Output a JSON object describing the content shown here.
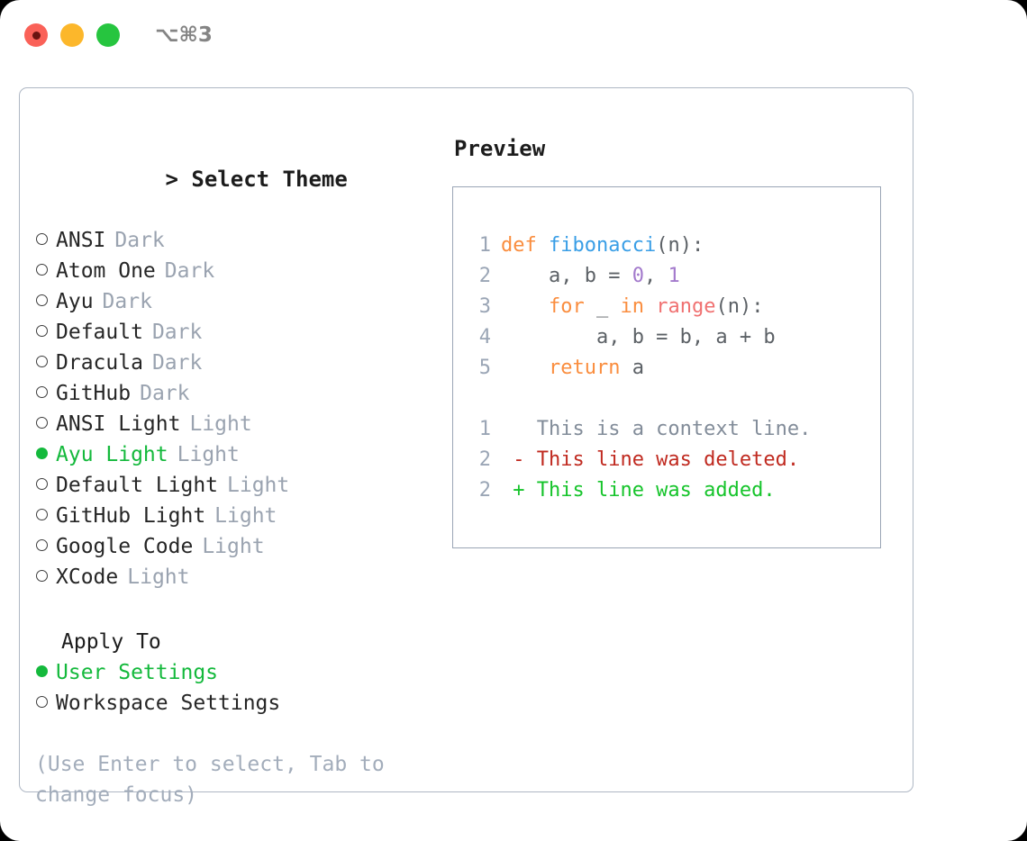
{
  "titlebar": {
    "shortcut": "⌥⌘3",
    "dots": [
      "close-red",
      "minimize-yellow",
      "zoom-green"
    ]
  },
  "theme_section": {
    "caret": ">",
    "heading": "Select Theme",
    "items": [
      {
        "marker": "○",
        "label": "ANSI",
        "tag": "Dark",
        "selected": false
      },
      {
        "marker": "○",
        "label": "Atom One",
        "tag": "Dark",
        "selected": false
      },
      {
        "marker": "○",
        "label": "Ayu",
        "tag": "Dark",
        "selected": false
      },
      {
        "marker": "○",
        "label": "Default",
        "tag": "Dark",
        "selected": false
      },
      {
        "marker": "○",
        "label": "Dracula",
        "tag": "Dark",
        "selected": false
      },
      {
        "marker": "○",
        "label": "GitHub",
        "tag": "Dark",
        "selected": false
      },
      {
        "marker": "○",
        "label": "ANSI Light",
        "tag": "Light",
        "selected": false
      },
      {
        "marker": "●",
        "label": "Ayu Light",
        "tag": "Light",
        "selected": true
      },
      {
        "marker": "○",
        "label": "Default Light",
        "tag": "Light",
        "selected": false
      },
      {
        "marker": "○",
        "label": "GitHub Light",
        "tag": "Light",
        "selected": false
      },
      {
        "marker": "○",
        "label": "Google Code",
        "tag": "Light",
        "selected": false
      },
      {
        "marker": "○",
        "label": "XCode",
        "tag": "Light",
        "selected": false
      }
    ]
  },
  "apply_section": {
    "heading": "Apply To",
    "items": [
      {
        "marker": "●",
        "label": "User Settings",
        "selected": true
      },
      {
        "marker": "○",
        "label": "Workspace Settings",
        "selected": false
      }
    ]
  },
  "hint": "(Use Enter to select, Tab to change focus)",
  "preview": {
    "heading": "Preview",
    "code_lines": [
      {
        "no": "1",
        "tokens": [
          {
            "t": "def",
            "c": "kw"
          },
          {
            "t": " ",
            "c": "pl"
          },
          {
            "t": "fibonacci",
            "c": "fn"
          },
          {
            "t": "(n):",
            "c": "pl"
          }
        ]
      },
      {
        "no": "2",
        "tokens": [
          {
            "t": "    a, b = ",
            "c": "pl"
          },
          {
            "t": "0",
            "c": "num"
          },
          {
            "t": ", ",
            "c": "pl"
          },
          {
            "t": "1",
            "c": "num"
          }
        ]
      },
      {
        "no": "3",
        "tokens": [
          {
            "t": "    ",
            "c": "pl"
          },
          {
            "t": "for",
            "c": "kw"
          },
          {
            "t": " _ ",
            "c": "pl"
          },
          {
            "t": "in",
            "c": "kw"
          },
          {
            "t": " ",
            "c": "pl"
          },
          {
            "t": "range",
            "c": "bi"
          },
          {
            "t": "(n):",
            "c": "pl"
          }
        ]
      },
      {
        "no": "4",
        "tokens": [
          {
            "t": "        a, b = b, a + b",
            "c": "pl"
          }
        ]
      },
      {
        "no": "5",
        "tokens": [
          {
            "t": "    ",
            "c": "pl"
          },
          {
            "t": "return",
            "c": "kw"
          },
          {
            "t": " a",
            "c": "pl"
          }
        ]
      }
    ],
    "diff_lines": [
      {
        "no": "1",
        "sign": " ",
        "text": "This is a context line.",
        "kind": "ctx"
      },
      {
        "no": "2",
        "sign": "-",
        "text": "This line was deleted.",
        "kind": "del"
      },
      {
        "no": "2",
        "sign": "+",
        "text": "This line was added.",
        "kind": "add"
      }
    ]
  },
  "colors": {
    "accent_green": "#14b93c",
    "keyword": "#fa8d3e",
    "function": "#399ee6",
    "number": "#a37acc",
    "builtin": "#f07171",
    "plain": "#5c6166",
    "muted": "#9aa3b0",
    "diff_add": "#16c42b",
    "diff_del": "#c02a20",
    "border": "#aeb7c4"
  }
}
